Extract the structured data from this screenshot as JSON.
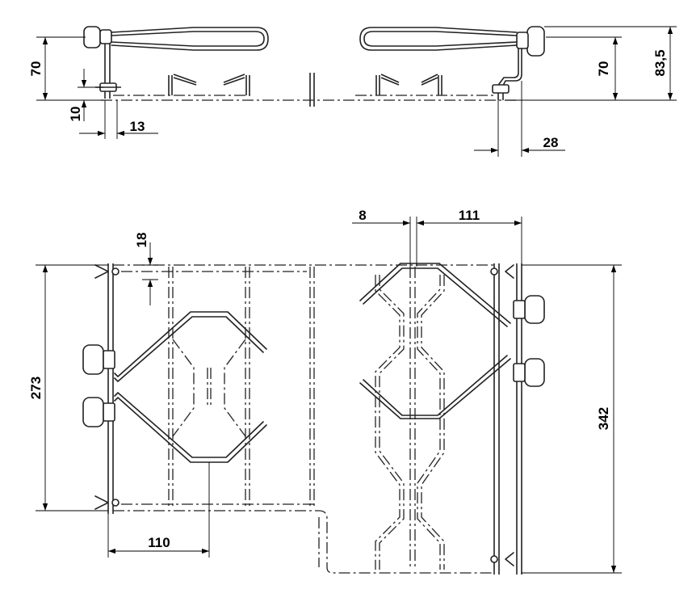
{
  "diagram": {
    "dimensions": {
      "top_left_height": "70",
      "top_left_offset": "10",
      "top_left_width": "13",
      "top_right_height": "70",
      "top_right_total": "83,5",
      "top_right_offset": "28",
      "plan_gap": "8",
      "plan_right_width": "111",
      "plan_top_offset": "18",
      "plan_left_height": "273",
      "plan_right_height": "342",
      "plan_bottom_width": "110"
    }
  }
}
